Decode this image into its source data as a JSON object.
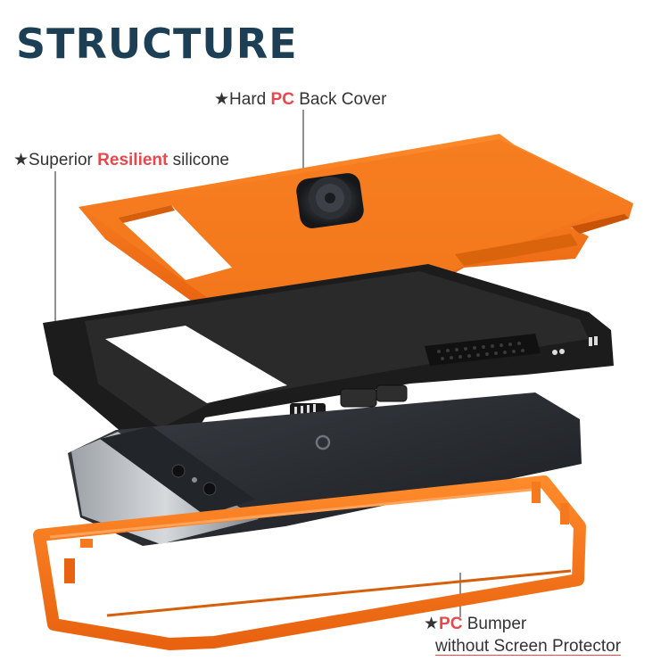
{
  "title": "STRUCTURE",
  "callouts": {
    "hard_back": {
      "star": "★",
      "pre": "Hard ",
      "highlight": "PC",
      "post": " Back Cover"
    },
    "resilient": {
      "star": "★",
      "pre": "Superior ",
      "highlight": "Resilient",
      "post": " silicone"
    },
    "bumper": {
      "star": "★",
      "highlight": "PC",
      "post": " Bumper",
      "line2": "without Screen Protector"
    }
  },
  "colors": {
    "title": "#1d3f55",
    "accent": "#e8474b",
    "orange": "#f57a1f",
    "silicone": "#1c1c1c",
    "phone": "#26292e"
  }
}
